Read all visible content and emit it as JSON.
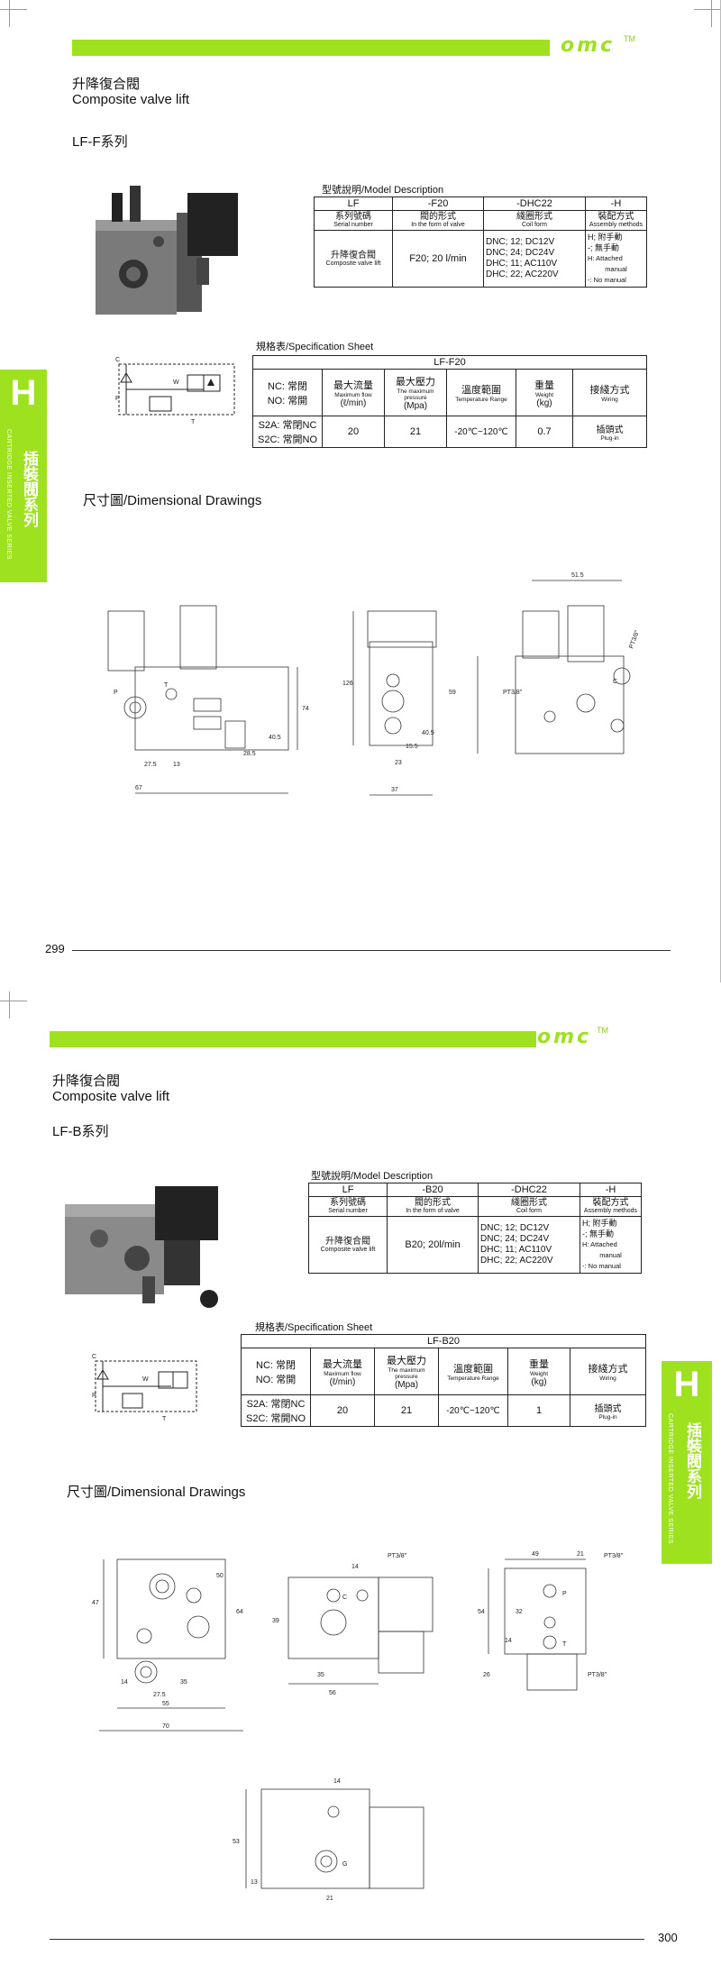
{
  "brand": {
    "logo": "omc",
    "tm": "TM"
  },
  "pages": [
    {
      "number": "299",
      "title_cn": "升降復合閥",
      "title_en": "Composite valve lift",
      "series": "LF-F系列",
      "model_label": "型號說明/Model Description",
      "model_headers": [
        "LF",
        "-F20",
        "-DHC22",
        "-H"
      ],
      "model_sub_cn": [
        "系列號碼",
        "閥的形式",
        "綫圈形式",
        "裝配方式"
      ],
      "model_sub_en": [
        "Serial number",
        "In the form of valve",
        "Coil form",
        "Assembly methods"
      ],
      "model_cells": {
        "series_cn": "升降復合閥",
        "series_en": "Composite valve lift",
        "valve": "F20; 20 l/min",
        "coil": [
          "DNC; 12; DC12V",
          "DNC; 24; DC24V",
          "DHC; 11; AC110V",
          "DHC; 22; AC220V"
        ],
        "assembly": [
          "H; 附手動",
          "-; 無手動",
          "H: Attached",
          "manual",
          "-: No manual"
        ]
      },
      "spec_label": "規格表/Specification Sheet",
      "spec_title": "LF-F20",
      "spec_headers": {
        "nc": "NC: 常閉",
        "no": "NO: 常開",
        "flow_cn": "最大流量",
        "flow_en": "Maximum flow",
        "flow_unit": "(ℓ/min)",
        "press_cn": "最大壓力",
        "press_en": "The maximum pressure",
        "press_unit": "(Mpa)",
        "temp_cn": "溫度範圍",
        "temp_en": "Temperature Range",
        "weight_cn": "重量",
        "weight_en": "Weight",
        "weight_unit": "(kg)",
        "wiring_cn": "接綫方式",
        "wiring_en": "Wiring"
      },
      "spec_row": {
        "s2a": "S2A: 常閉NC",
        "s2c": "S2C: 常開NO",
        "flow": "20",
        "pressure": "21",
        "temp": "-20℃~120℃",
        "weight": "0.7",
        "wiring_cn": "插頭式",
        "wiring_en": "Plug-in"
      },
      "drawings_label": "尺寸圖/Dimensional Drawings",
      "dims": [
        "51.5",
        "PT3/8\"",
        "PT3/8\"",
        "126",
        "74",
        "40.5",
        "28.5",
        "27.5",
        "13",
        "67",
        "59",
        "40.5",
        "15.5",
        "23",
        "37"
      ],
      "ports": [
        "P",
        "T",
        "C"
      ]
    },
    {
      "number": "300",
      "title_cn": "升降復合閥",
      "title_en": "Composite valve lift",
      "series": "LF-B系列",
      "model_label": "型號說明/Model Description",
      "model_headers": [
        "LF",
        "-B20",
        "-DHC22",
        "-H"
      ],
      "model_sub_cn": [
        "系列號碼",
        "閥的形式",
        "綫圈形式",
        "裝配方式"
      ],
      "model_sub_en": [
        "Serial number",
        "In the form of valve",
        "Coil form",
        "Assembly methods"
      ],
      "model_cells": {
        "series_cn": "升降復合閥",
        "series_en": "Composite valve lift",
        "valve": "B20; 20l/min",
        "coil": [
          "DNC; 12; DC12V",
          "DNC; 24; DC24V",
          "DHC; 11; AC110V",
          "DHC; 22; AC220V"
        ],
        "assembly": [
          "H; 附手動",
          "-; 無手動",
          "H: Attached",
          "manual",
          "-: No manual"
        ]
      },
      "spec_label": "規格表/Specification Sheet",
      "spec_title": "LF-B20",
      "spec_headers": {
        "nc": "NC: 常閉",
        "no": "NO: 常開",
        "flow_cn": "最大流量",
        "flow_en": "Maximum flow",
        "flow_unit": "(ℓ/min)",
        "press_cn": "最大壓力",
        "press_en": "The maximum pressure",
        "press_unit": "(Mpa)",
        "temp_cn": "溫度範圍",
        "temp_en": "Temperature Range",
        "weight_cn": "重量",
        "weight_en": "Weight",
        "weight_unit": "(kg)",
        "wiring_cn": "接綫方式",
        "wiring_en": "Wiring"
      },
      "spec_row": {
        "s2a": "S2A: 常閉NC",
        "s2c": "S2C: 常開NO",
        "flow": "20",
        "pressure": "21",
        "temp": "-20℃~120℃",
        "weight": "1",
        "wiring_cn": "插頭式",
        "wiring_en": "Plug-in"
      },
      "drawings_label": "尺寸圖/Dimensional Drawings",
      "dims": [
        "47",
        "64",
        "50",
        "14",
        "35",
        "27.5",
        "55",
        "70",
        "14",
        "PT3/8\"",
        "39",
        "35",
        "56",
        "49",
        "21",
        "PT3/8\"",
        "54",
        "32",
        "14",
        "26",
        "PT3/8\"",
        "14",
        "53",
        "13",
        "21"
      ],
      "ports": [
        "P",
        "T",
        "C",
        "G"
      ]
    }
  ],
  "side_tab": {
    "letter": "H",
    "cn": "插裝閥系列",
    "en": "CARTRIDGE INSERTED VALVE SERIES"
  },
  "colors": {
    "accent": "#9ee21f"
  }
}
